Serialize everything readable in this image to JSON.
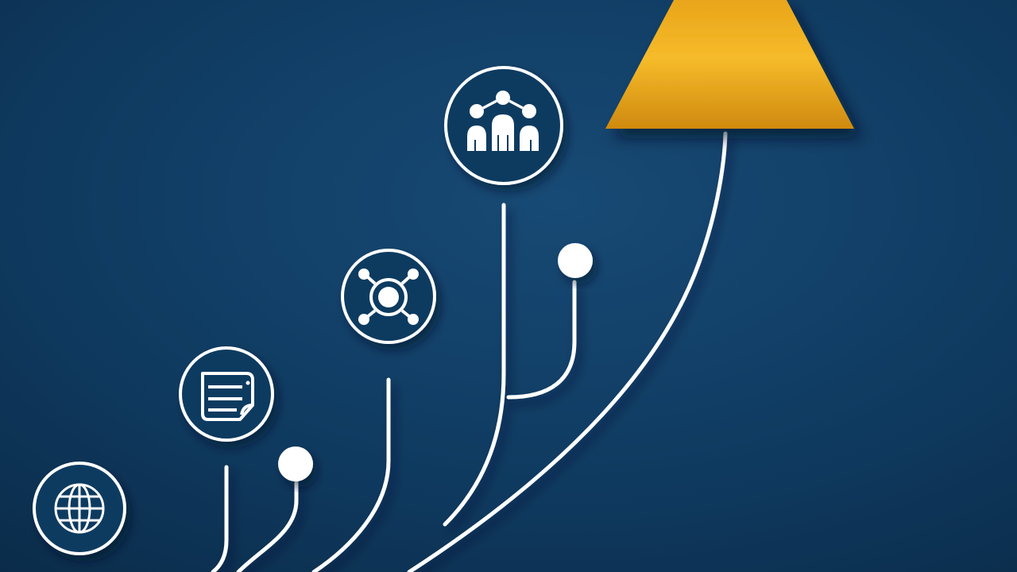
{
  "scene": {
    "background_colors": [
      "#174a75",
      "#0f3a60",
      "#0a2a47"
    ],
    "line_color": "#ffffff",
    "arrow_colors": [
      "#f6bb2a",
      "#e9a51a",
      "#cf8a0f"
    ],
    "icons": [
      {
        "name": "globe-icon",
        "kind": "globe"
      },
      {
        "name": "database-document-icon",
        "kind": "database"
      },
      {
        "name": "network-hub-icon",
        "kind": "network"
      },
      {
        "name": "team-network-icon",
        "kind": "team"
      }
    ]
  }
}
